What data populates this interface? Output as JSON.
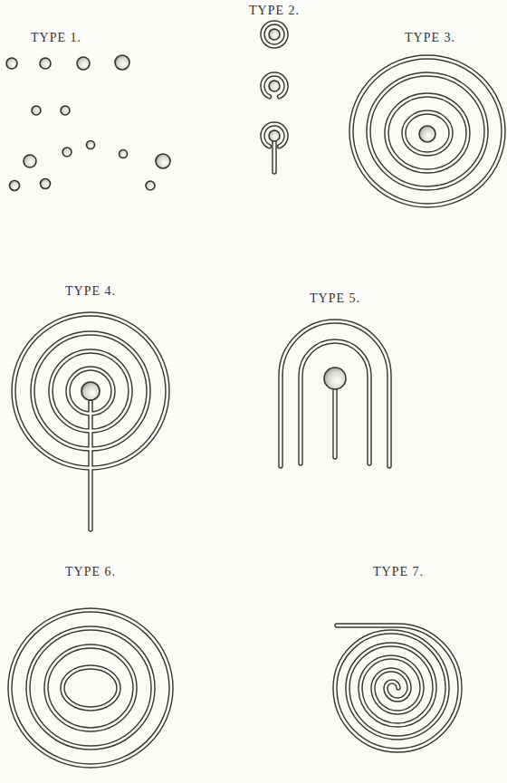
{
  "diagram": {
    "labels": [
      "TYPE 1.",
      "TYPE 2.",
      "TYPE 3.",
      "TYPE 4.",
      "TYPE 5.",
      "TYPE 6.",
      "TYPE 7."
    ]
  }
}
